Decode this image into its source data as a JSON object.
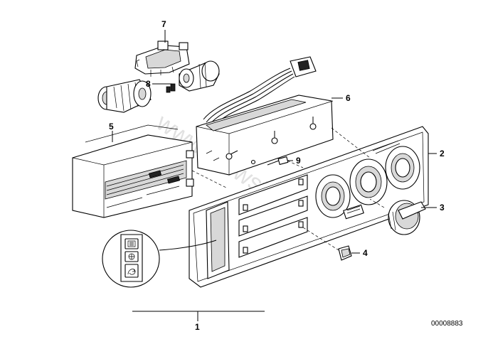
{
  "callouts": {
    "c1": "1",
    "c2": "2",
    "c3": "3",
    "c4": "4",
    "c5": "5",
    "c6": "6",
    "c7": "7",
    "c8": "8",
    "c9": "9"
  },
  "drawing_code": "00008883",
  "watermark": "www.bmwstore.pl",
  "icons": [
    "rear-defrost-icon",
    "fan-icon",
    "recirculation-icon"
  ]
}
